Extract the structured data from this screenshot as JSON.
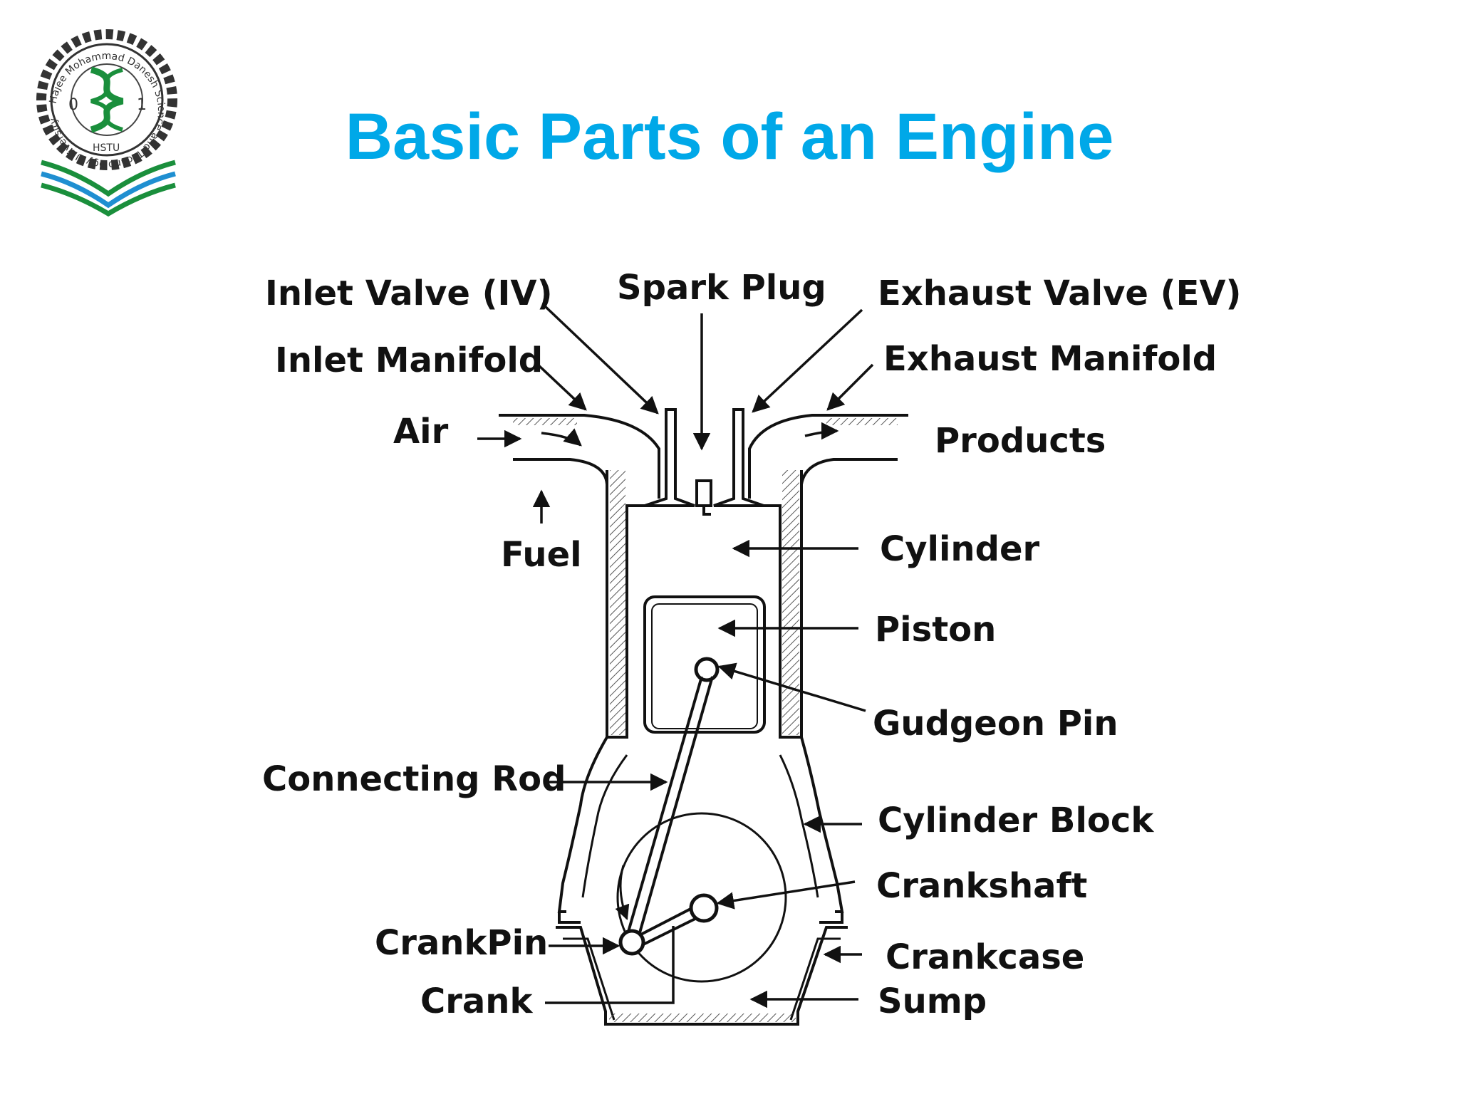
{
  "slide": {
    "title": "Basic Parts of an Engine"
  },
  "logo": {
    "ring_text": "Hajee Mohammad Danesh Science and Technology University",
    "short": "HSTU",
    "digit_left": "0",
    "digit_right": "1"
  },
  "labels": {
    "inlet_valve": "Inlet Valve (IV)",
    "spark_plug": "Spark Plug",
    "exhaust_valve": "Exhaust Valve (EV)",
    "inlet_manifold": "Inlet Manifold",
    "exhaust_manifold": "Exhaust Manifold",
    "air": "Air",
    "products": "Products",
    "fuel": "Fuel",
    "cylinder": "Cylinder",
    "piston": "Piston",
    "gudgeon_pin": "Gudgeon Pin",
    "connecting_rod": "Connecting Rod",
    "cylinder_block": "Cylinder Block",
    "crankshaft": "Crankshaft",
    "crankpin": "CrankPin",
    "crankcase": "Crankcase",
    "crank": "Crank",
    "sump": "Sump"
  },
  "colors": {
    "title": "#00a8e8",
    "ink": "#111111",
    "logo_green": "#1a8f3c",
    "logo_blue": "#1f8fd1"
  }
}
